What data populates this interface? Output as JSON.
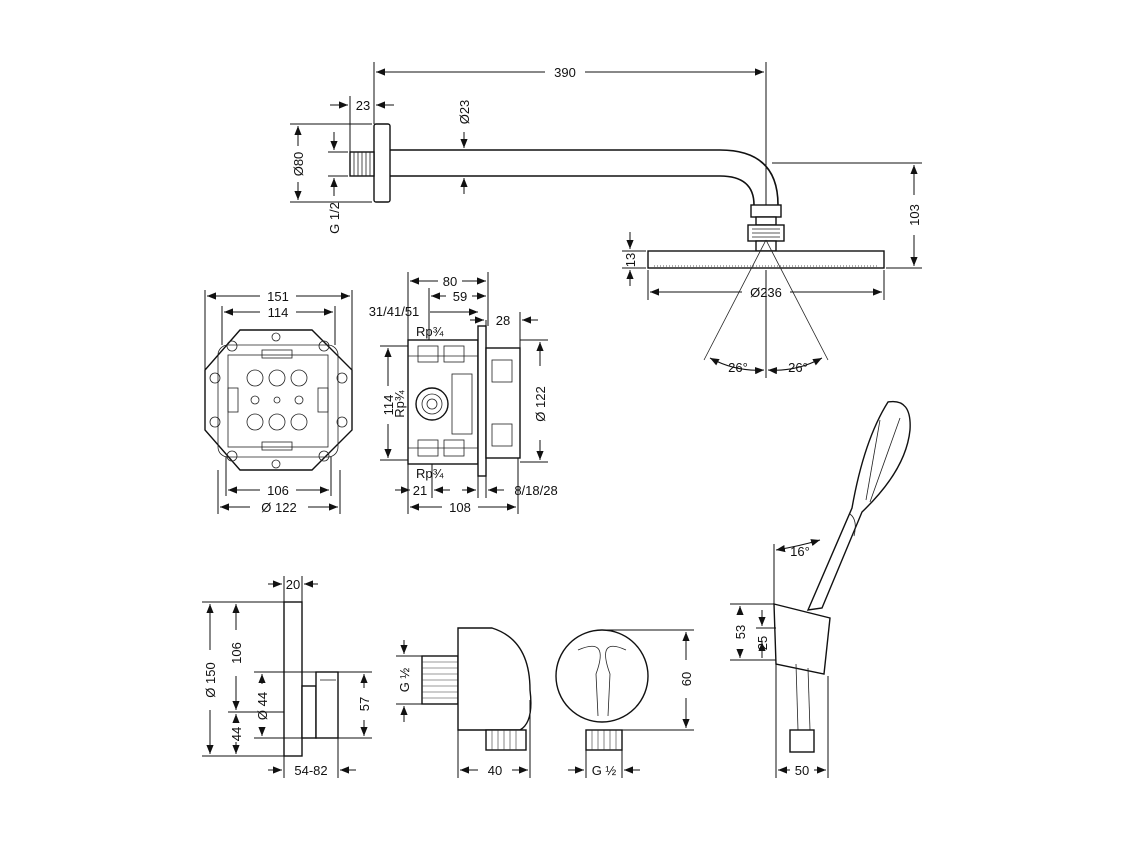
{
  "shower_arm": {
    "length": "390",
    "flange_depth": "23",
    "tube_dia": "Ø23",
    "flange_dia": "Ø80",
    "thread": "G 1/2",
    "head_drop": "103",
    "head_thickness": "13",
    "head_dia": "Ø236",
    "spray_angle_left": "26°",
    "spray_angle_right": "26°"
  },
  "box_front": {
    "outer_width": "151",
    "inner_width": "114",
    "bottom_width": "106",
    "bottom_dia": "Ø 122"
  },
  "box_side": {
    "width_80": "80",
    "width_59": "59",
    "depth_options": "31/41/51",
    "cover_28": "28",
    "rp_top": "Rp¾",
    "rp_side": "Rp¾",
    "rp_bottom": "Rp¾",
    "height_114": "114",
    "dia_122": "Ø 122",
    "bottom_21": "21",
    "bottom_108": "108",
    "wall_options": "8/18/28"
  },
  "thermostat": {
    "plate_depth": "20",
    "plate_dia": "Ø 150",
    "height_106": "106",
    "knob_dia": "Ø 44",
    "knob_offset": "44",
    "knob_depth": "57",
    "projection": "54-82"
  },
  "outlet": {
    "thread_side": "G ½",
    "width": "40",
    "height": "60",
    "thread_bottom": "G ½"
  },
  "hand_shower": {
    "tilt_angle": "16°",
    "holder_53": "53",
    "holder_25": "25",
    "holder_width": "50"
  }
}
